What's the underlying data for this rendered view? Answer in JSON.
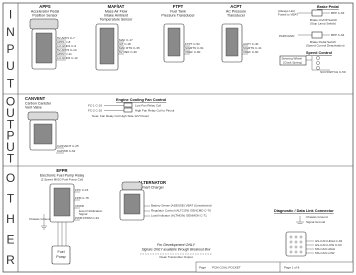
{
  "sections": [
    "INPUT",
    "OUTPUT",
    "OTHER"
  ],
  "apps": {
    "title": "APPS",
    "sub1": "Accelerator Pedal",
    "sub2": "Position Sensor",
    "pins": [
      "5V-APP1 C-7",
      "APP1 C-8",
      "LO-GND1 C-9",
      "5V-APP2 C-10",
      "APP2 C-11",
      "LO-GND2 C-12"
    ]
  },
  "mafiat": {
    "title": "MAF/IAT",
    "sub1": "Mass Air Flow",
    "sub2": "Intake Ambient",
    "sub3": "Temperature Sensor",
    "pins": [
      "MAF C-17",
      "IAT C-18",
      "MAF RTN C-35",
      "5V REF C-36"
    ]
  },
  "ftpt": {
    "title": "FTPT",
    "sub1": "Fuel Tank",
    "sub2": "Pressure Transducer",
    "pins": [
      "FTPT C-52",
      "SIGRTN C-91",
      "VREF C-90"
    ]
  },
  "acpt": {
    "title": "ACPT",
    "sub1": "AC Pressure",
    "sub2": "Transducer",
    "pins": [
      "ACPT C-40",
      "SIGRTN C-41",
      "VREF C-90"
    ]
  },
  "brake": {
    "title": "Brake Pedal",
    "always_hot": "(Always Hot)",
    "fused": "Fused to VBAT",
    "bpp": "BPP C-63",
    "bps": "Brake On/Off Switch",
    "stop_lamp": "(Stop Lamp Switch)",
    "bpp2": "BPP C-64",
    "brake_pos": "Brake Pedal Switch",
    "speed_ctrl": "(Speed Control Deactivation)",
    "park_label": "PARK/GND"
  },
  "speed_control": {
    "title": "Speed Control",
    "steer": "Steering Wheel",
    "clock": "(Clock Spring)",
    "pin": "SCCSWITCH C-59"
  },
  "canvent": {
    "title": "CANVENT",
    "sub1": "Carbon Canister",
    "sub2": "Vent Valve",
    "pins": [
      "CANVENT C-25",
      "KAPWR C-62"
    ]
  },
  "cooling": {
    "title": "Engine Cooling Fan Control",
    "pins": [
      "FC-1 C-19",
      "FC-2 C-16"
    ],
    "notes": [
      "Low Fan Relay Coil",
      "High Fan Relay Coil to Pinout"
    ],
    "footer": "Note: Fan Relay Coil High Side 12V Power"
  },
  "efpr": {
    "title": "EFPR",
    "sub1": "Electronic Fuel Pump Relay",
    "sub2": "(2 Speed MISO Fuel Pump Ctrl)",
    "pins": [
      "FPC C-15",
      "FPM C-78",
      "VPWR",
      "PWM FPDM C-32"
    ],
    "extras": [
      "Event Notification",
      "Signal"
    ],
    "ground": "Chassis Ground",
    "fuel": "Fuel",
    "pump": "Pump"
  },
  "alternator": {
    "title": "ALTERNATOR",
    "sub": "Smart Charger",
    "pins": [
      "Battery Sense (ASENSE) VBAT (Unswitched)",
      "Regulator Control (ALTCON) GENCMD C-70",
      "Load Indicator (ALTMON) GENMON C-71"
    ]
  },
  "dlc": {
    "title": "Diagnostic / Data Link Connector",
    "pins": [
      "Chassis Ground",
      "Signal Ground",
      "HS-CAN HIGH C-94",
      "HS-CAN LOW C-93",
      "MS-CAN HIGH",
      "MS-CAN LOW"
    ]
  },
  "dev_note": {
    "line1": "For Development ONLY",
    "line2": "Signals ONLY available through Breakout Box",
    "line3": "Clean Transmitter Output"
  },
  "footer": {
    "page_label": "Page",
    "title": "PCM COAL POCKET",
    "page": "Page 1 of 8"
  }
}
